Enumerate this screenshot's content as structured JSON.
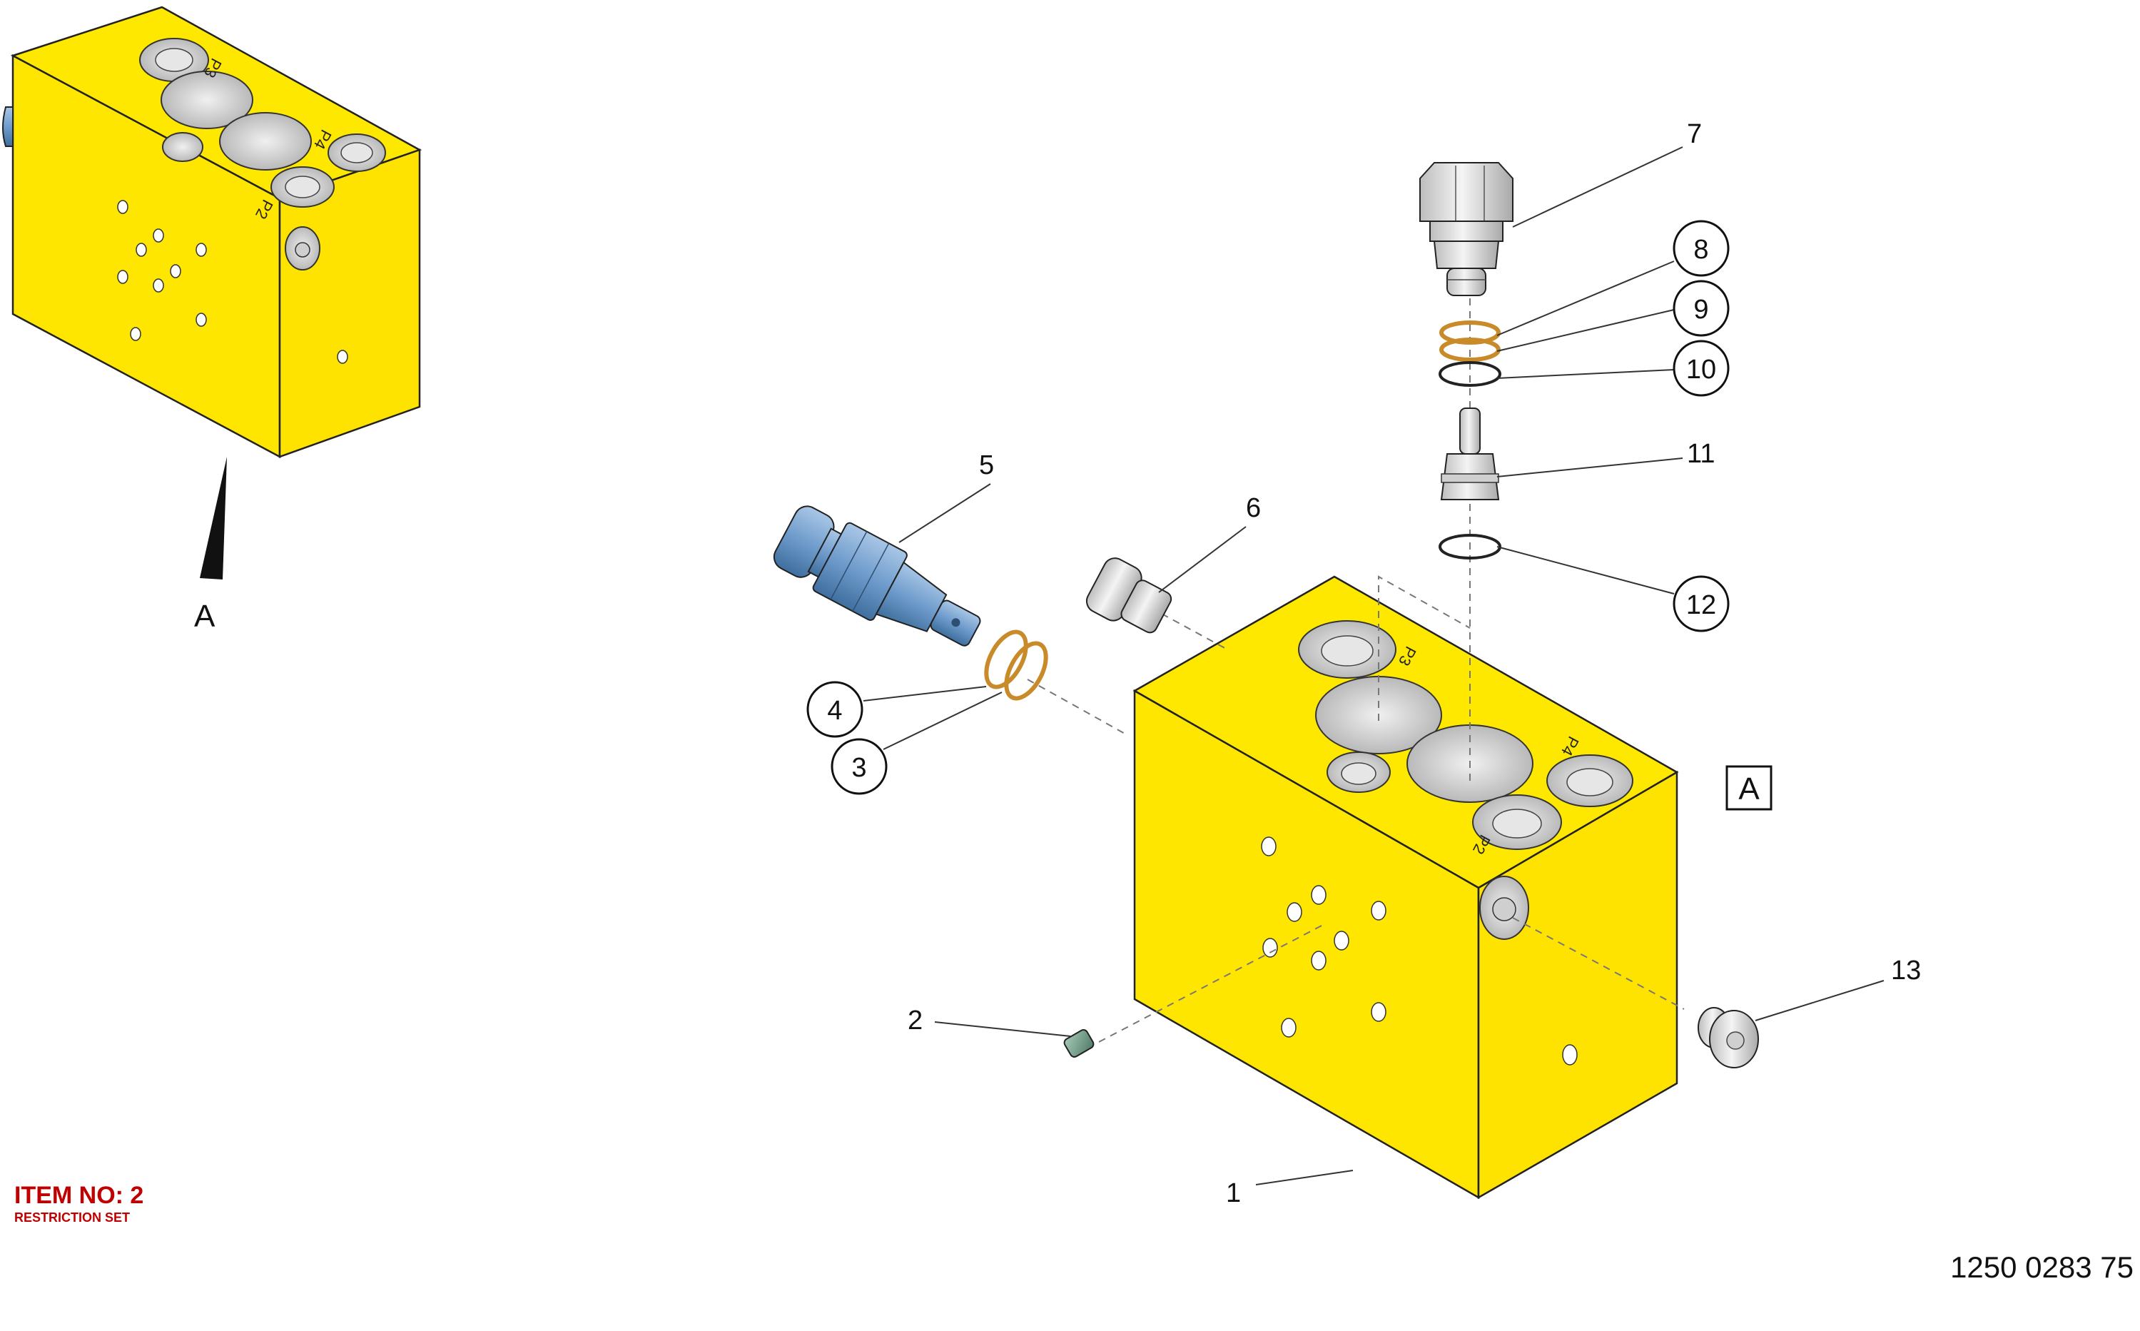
{
  "callouts": {
    "c1": "1",
    "c2": "2",
    "c3": "3",
    "c4": "4",
    "c5": "5",
    "c6": "6",
    "c7": "7",
    "c8": "8",
    "c9": "9",
    "c10": "10",
    "c11": "11",
    "c12": "12",
    "c13": "13"
  },
  "ports": {
    "p2": "P2",
    "p3": "P3",
    "p4": "P4"
  },
  "view": {
    "arrow_label": "A",
    "box_label": "A"
  },
  "footer": {
    "item_no": "ITEM NO: 2",
    "item_desc": "RESTRICTION SET",
    "doc_number": "1250 0283 75"
  },
  "colors": {
    "block_front": "#ffe600",
    "block_top": "#ffe800",
    "block_side": "#ffe300",
    "cartridge_blue": "#6f9ccc",
    "seal_orange": "#c98a2a",
    "plug_grey": "#e4e4e4",
    "screw_green": "#6f9985",
    "item_red": "#c00000"
  }
}
